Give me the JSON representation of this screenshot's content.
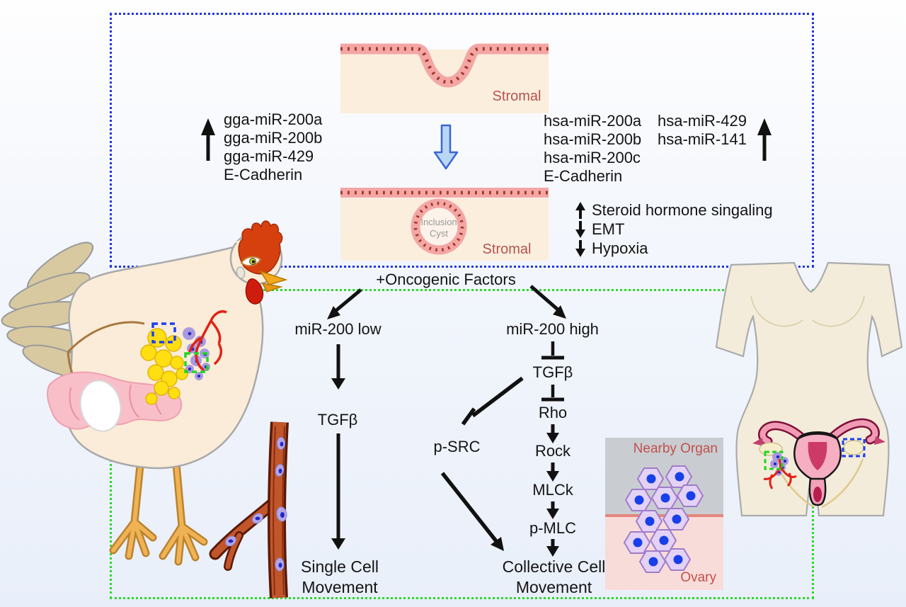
{
  "tissue_normal": {
    "stromal": "Stromal"
  },
  "tissue_cyst": {
    "inclusion_line1": "Inclusion",
    "inclusion_line2": "Cyst",
    "stromal": "Stromal"
  },
  "chicken_mirnas": {
    "items": [
      "gga-miR-200a",
      "gga-miR-200b",
      "gga-miR-429",
      "E-Cadherin"
    ]
  },
  "human_mirnas": {
    "col1": [
      "hsa-miR-200a",
      "hsa-miR-200b",
      "hsa-miR-200c",
      "E-Cadherin"
    ],
    "col2": [
      "hsa-miR-429",
      "hsa-miR-141"
    ]
  },
  "regulation": {
    "rows": [
      {
        "direction": "up",
        "label": "Steroid hormone singaling"
      },
      {
        "direction": "down",
        "label": "EMT"
      },
      {
        "direction": "down",
        "label": "Hypoxia"
      }
    ]
  },
  "pathway": {
    "trigger": "+Oncogenic Factors",
    "left": {
      "n1": "miR-200 low",
      "n2": "TGFβ",
      "out1": "Single Cell",
      "out2": "Movement"
    },
    "right": {
      "n1": "miR-200 high",
      "n2": "TGFβ",
      "n3": "Rho",
      "n4": "Rock",
      "n5": "MLCk",
      "n6": "p-MLC",
      "out1": "Collective Cell",
      "out2": "Movement"
    },
    "side": {
      "n1": "p-SRC"
    }
  },
  "inset": {
    "top": "Nearby Organ",
    "bottom": "Ovary"
  },
  "colors": {
    "blue_border": "#2136e0",
    "green_border": "#2bd82b",
    "stromal_text": "#b5534e",
    "inset_label": "#c0504d",
    "stroma_fill": "#fbeedd",
    "epithelial_cell": "#f4a6a4",
    "cell_nucleus": "#9c372c",
    "blue_arrow_fill": "#b9d7f4",
    "tumor_cell": "#a99bdf",
    "vessel_red": "#e02215"
  }
}
